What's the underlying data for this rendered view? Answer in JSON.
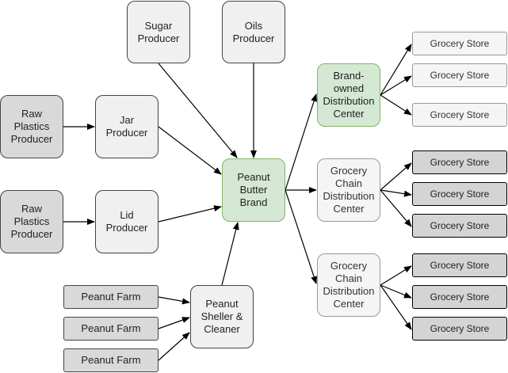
{
  "nodes": {
    "sugar": "Sugar\nProducer",
    "oils": "Oils\nProducer",
    "raw1": "Raw\nPlastics\nProducer",
    "raw2": "Raw\nPlastics\nProducer",
    "jar": "Jar\nProducer",
    "lid": "Lid\nProducer",
    "brand": "Peanut\nButter\nBrand",
    "sheller": "Peanut\nSheller &\nCleaner",
    "farm1": "Peanut Farm",
    "farm2": "Peanut Farm",
    "farm3": "Peanut Farm",
    "dc_brand": "Brand-\nowned\nDistribution\nCenter",
    "dc_chain1": "Grocery\nChain\nDistribution\nCenter",
    "dc_chain2": "Grocery\nChain\nDistribution\nCenter",
    "store1": "Grocery Store",
    "store2": "Grocery Store",
    "store3": "Grocery Store",
    "store4": "Grocery Store",
    "store5": "Grocery Store",
    "store6": "Grocery Store",
    "store7": "Grocery Store",
    "store8": "Grocery Store",
    "store9": "Grocery Store"
  },
  "colors": {
    "green_fill": "#d5e8d4",
    "green_border": "#82b366",
    "supplier_fill": "#f0f0f0",
    "raw_fill": "#d9d9d9",
    "store_dark_fill": "#d4d4d4"
  }
}
